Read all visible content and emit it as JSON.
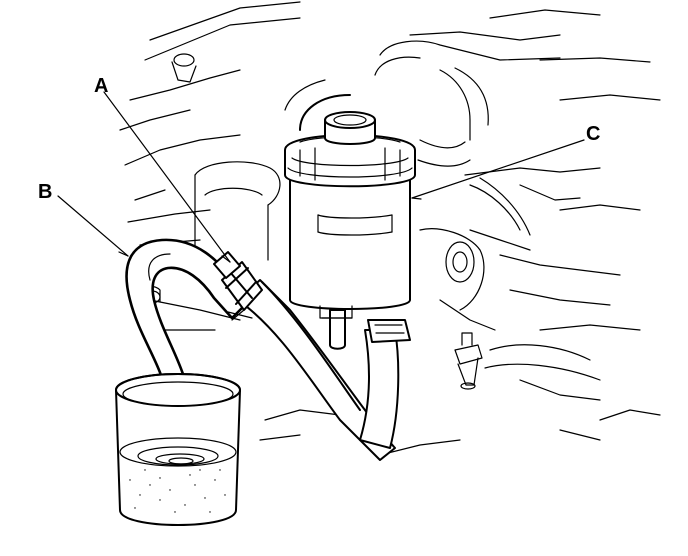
{
  "callouts": {
    "a": "A",
    "b": "B",
    "c": "C"
  },
  "colors": {
    "ink": "#000000",
    "background": "#ffffff"
  }
}
